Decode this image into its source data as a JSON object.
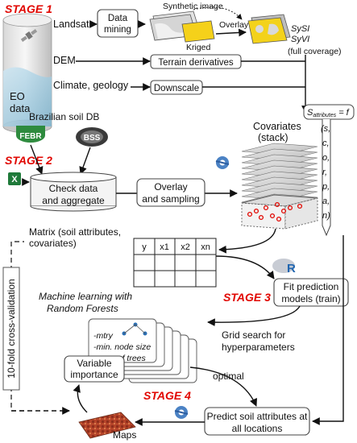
{
  "stages": {
    "s1": "STAGE 1",
    "s2": "STAGE 2",
    "s3": "STAGE 3",
    "s4": "STAGE 4"
  },
  "eo": {
    "line1": "EO",
    "line2": "data"
  },
  "sources": {
    "landsat": "Landsat",
    "dem": "DEM",
    "climate": "Climate, geology"
  },
  "process_boxes": {
    "data_mining_1": "Data",
    "data_mining_2": "mining",
    "terrain": "Terrain derivatives",
    "downscale": "Downscale",
    "check_1": "Check data",
    "check_2": "and aggregate",
    "overlay_1": "Overlay",
    "overlay_2": "and sampling",
    "fit_1": "Fit prediction",
    "fit_2": "models (train)",
    "varimp_1": "Variable",
    "varimp_2": "importance",
    "predict_1": "Predict soil attributes at",
    "predict_2": "all locations"
  },
  "labels": {
    "synthetic": "Synthetic image",
    "kriged": "Kriged",
    "overlay": "Overlay",
    "sysi": "SySI",
    "syvi": "SyVI",
    "full_coverage": "(full coverage)",
    "brazil_db": "Brazilian soil DB",
    "febr": "FEBR",
    "bss": "BSS",
    "covariates_1": "Covariates",
    "covariates_2": "(stack)",
    "matrix_1": "Matrix (soil attributes,",
    "matrix_2": "covariates)",
    "ml_1": "Machine learning with",
    "ml_2": "Random Forests",
    "cv": "10-fold cross-validation",
    "grid_1": "Grid search for",
    "grid_2": "hyperparameters",
    "optimal": "optimal",
    "maps": "Maps",
    "r_logo": "R",
    "excel_logo": "X"
  },
  "formula": {
    "lhs": "S",
    "sub": "attributes",
    "rhs": " = f",
    "terms": [
      "(s,",
      "c,",
      "o,",
      "r,",
      "p,",
      "a,",
      "n)"
    ]
  },
  "matrix_headers": [
    "y",
    "x1",
    "x2",
    "xn"
  ],
  "hyperparameters": [
    "-mtry",
    "-min. node size",
    "-num. of trees"
  ],
  "colors": {
    "stage": "#e10600",
    "sysi_yellow": "#f3d21b",
    "kriged_yellow": "#f5d11a",
    "febr_green": "#2e8b3e",
    "excel_green": "#1f7a3a",
    "map_red": "#b5442a"
  }
}
